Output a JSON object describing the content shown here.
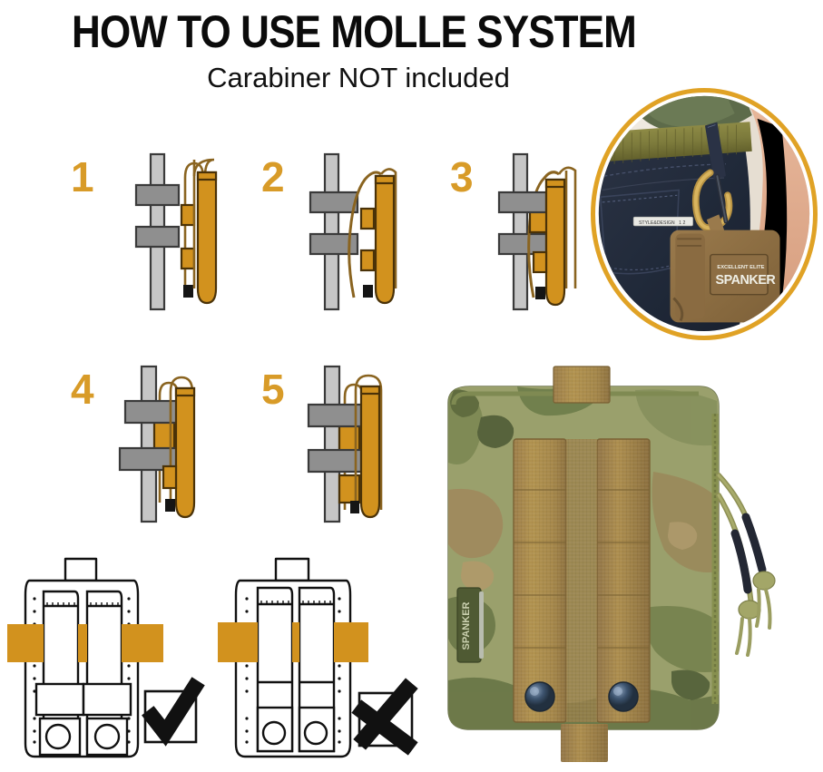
{
  "header": {
    "title": "HOW TO USE MOLLE SYSTEM",
    "subtitle": "Carabiner NOT included"
  },
  "steps": [
    {
      "number": "1",
      "name": "align-pouch-straps-with-webbing"
    },
    {
      "number": "2",
      "name": "thread-strap-behind-first-webbing-row"
    },
    {
      "number": "3",
      "name": "weave-strap-through-next-row"
    },
    {
      "number": "4",
      "name": "continue-weaving-alternating-rows"
    },
    {
      "number": "5",
      "name": "snap-strap-closed-at-bottom"
    }
  ],
  "comparison": {
    "correct": {
      "mark": "✔",
      "name": "correct-weave-example",
      "caption": ""
    },
    "incorrect": {
      "mark": "✖",
      "name": "incorrect-weave-example",
      "caption": ""
    }
  },
  "inset_photo": {
    "name": "pouch-on-belt-photo",
    "alt": "Tan pouch clipped with a carabiner to an olive belt on dark jeans"
  },
  "product_photo": {
    "name": "multicam-pouch-back-photo",
    "alt": "Multicam camouflage pouch rear showing two coyote tan MOLLE straps with snap buttons and paracord zipper pulls",
    "brand_label": "SPANKER"
  },
  "colors": {
    "accent_orange": "#D89B28",
    "strap_orange": "#D2921E",
    "webbing_light_gray": "#C6C6C6",
    "webbing_dark_gray": "#8F8F8F",
    "outline": "#3a3a3a",
    "ink": "#0b0b0b"
  }
}
